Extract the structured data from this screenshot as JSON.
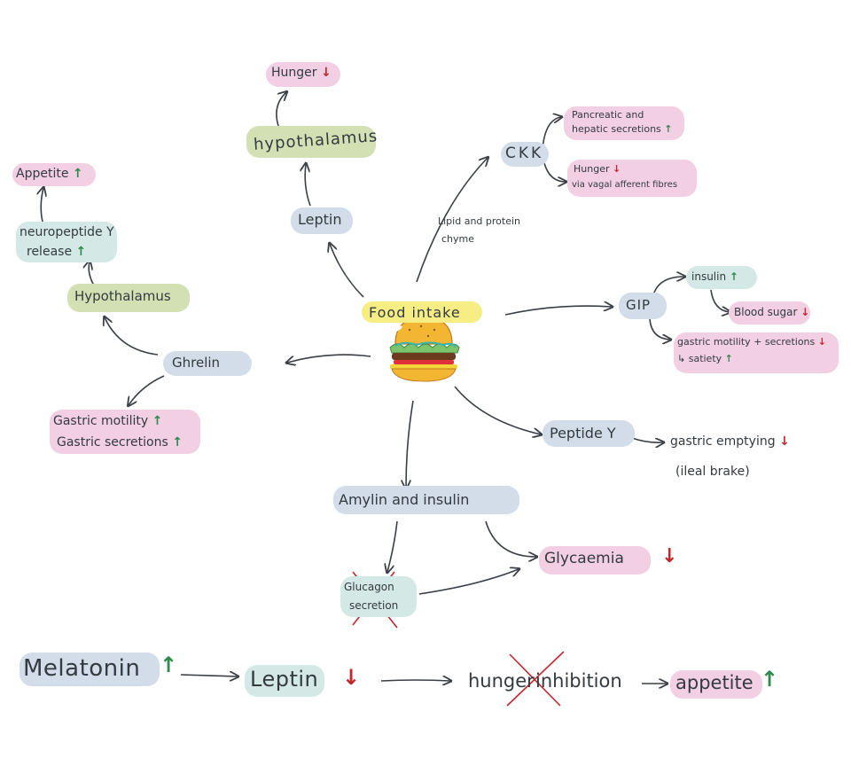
{
  "center": {
    "label": "Food intake"
  },
  "ckk": {
    "node": "CKK",
    "edge_label_1": "Lipid and protein",
    "edge_label_2": "chyme",
    "out1_line1": "Pancreatic and",
    "out1_line2": "hepatic secretions",
    "out2_line1": "Hunger",
    "out2_line2": "via vagal afferent fibres"
  },
  "leptin_branch": {
    "node": "Leptin",
    "hypo": "hypothalamus",
    "result": "Hunger"
  },
  "ghrelin_branch": {
    "node": "Ghrelin",
    "hypo": "Hypothalamus",
    "npy_line1": "neuropeptide Y",
    "npy_line2": "release",
    "appetite": "Appetite",
    "gastric1": "Gastric motility",
    "gastric2": "Gastric secretions"
  },
  "gip_branch": {
    "node": "GIP",
    "insulin": "insulin",
    "blood_sugar": "Blood sugar",
    "gastric_line1": "gastric motility + secretions",
    "gastric_line2": "satiety",
    "arrow_glyph": "↳"
  },
  "peptide_branch": {
    "node": "Peptide Y",
    "result": "gastric emptying",
    "note": "(ileal brake)"
  },
  "amylin_branch": {
    "node": "Amylin and insulin",
    "glucagon_line1": "Glucagon",
    "glucagon_line2": "secretion",
    "glycaemia": "Glycaemia"
  },
  "melatonin_row": {
    "melatonin": "Melatonin",
    "leptin": "Leptin",
    "hunger": "hunger",
    "inhibition": "inhibition",
    "appetite": "appetite"
  },
  "glyphs": {
    "up": "↑",
    "down": "↓"
  },
  "colors": {
    "pink": "#f2cfe3",
    "blue": "#d3dde9",
    "green": "#d2e0b4",
    "teal": "#d4e8e6",
    "yellow": "#f6ee84",
    "up_arrow": "#2f8a4e",
    "down_arrow": "#c1272d",
    "ink": "#3a3f45",
    "strike": "#c1272d"
  }
}
